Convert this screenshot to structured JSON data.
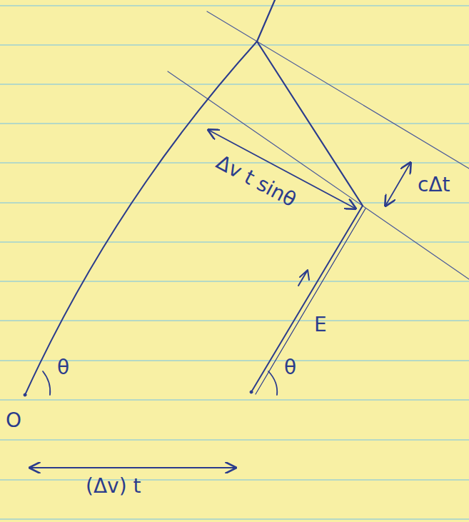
{
  "diagram": {
    "labels": [
      "Δv t sinθ",
      "cΔt",
      "E",
      "θ",
      "θ",
      "O",
      "(Δv) t"
    ]
  }
}
